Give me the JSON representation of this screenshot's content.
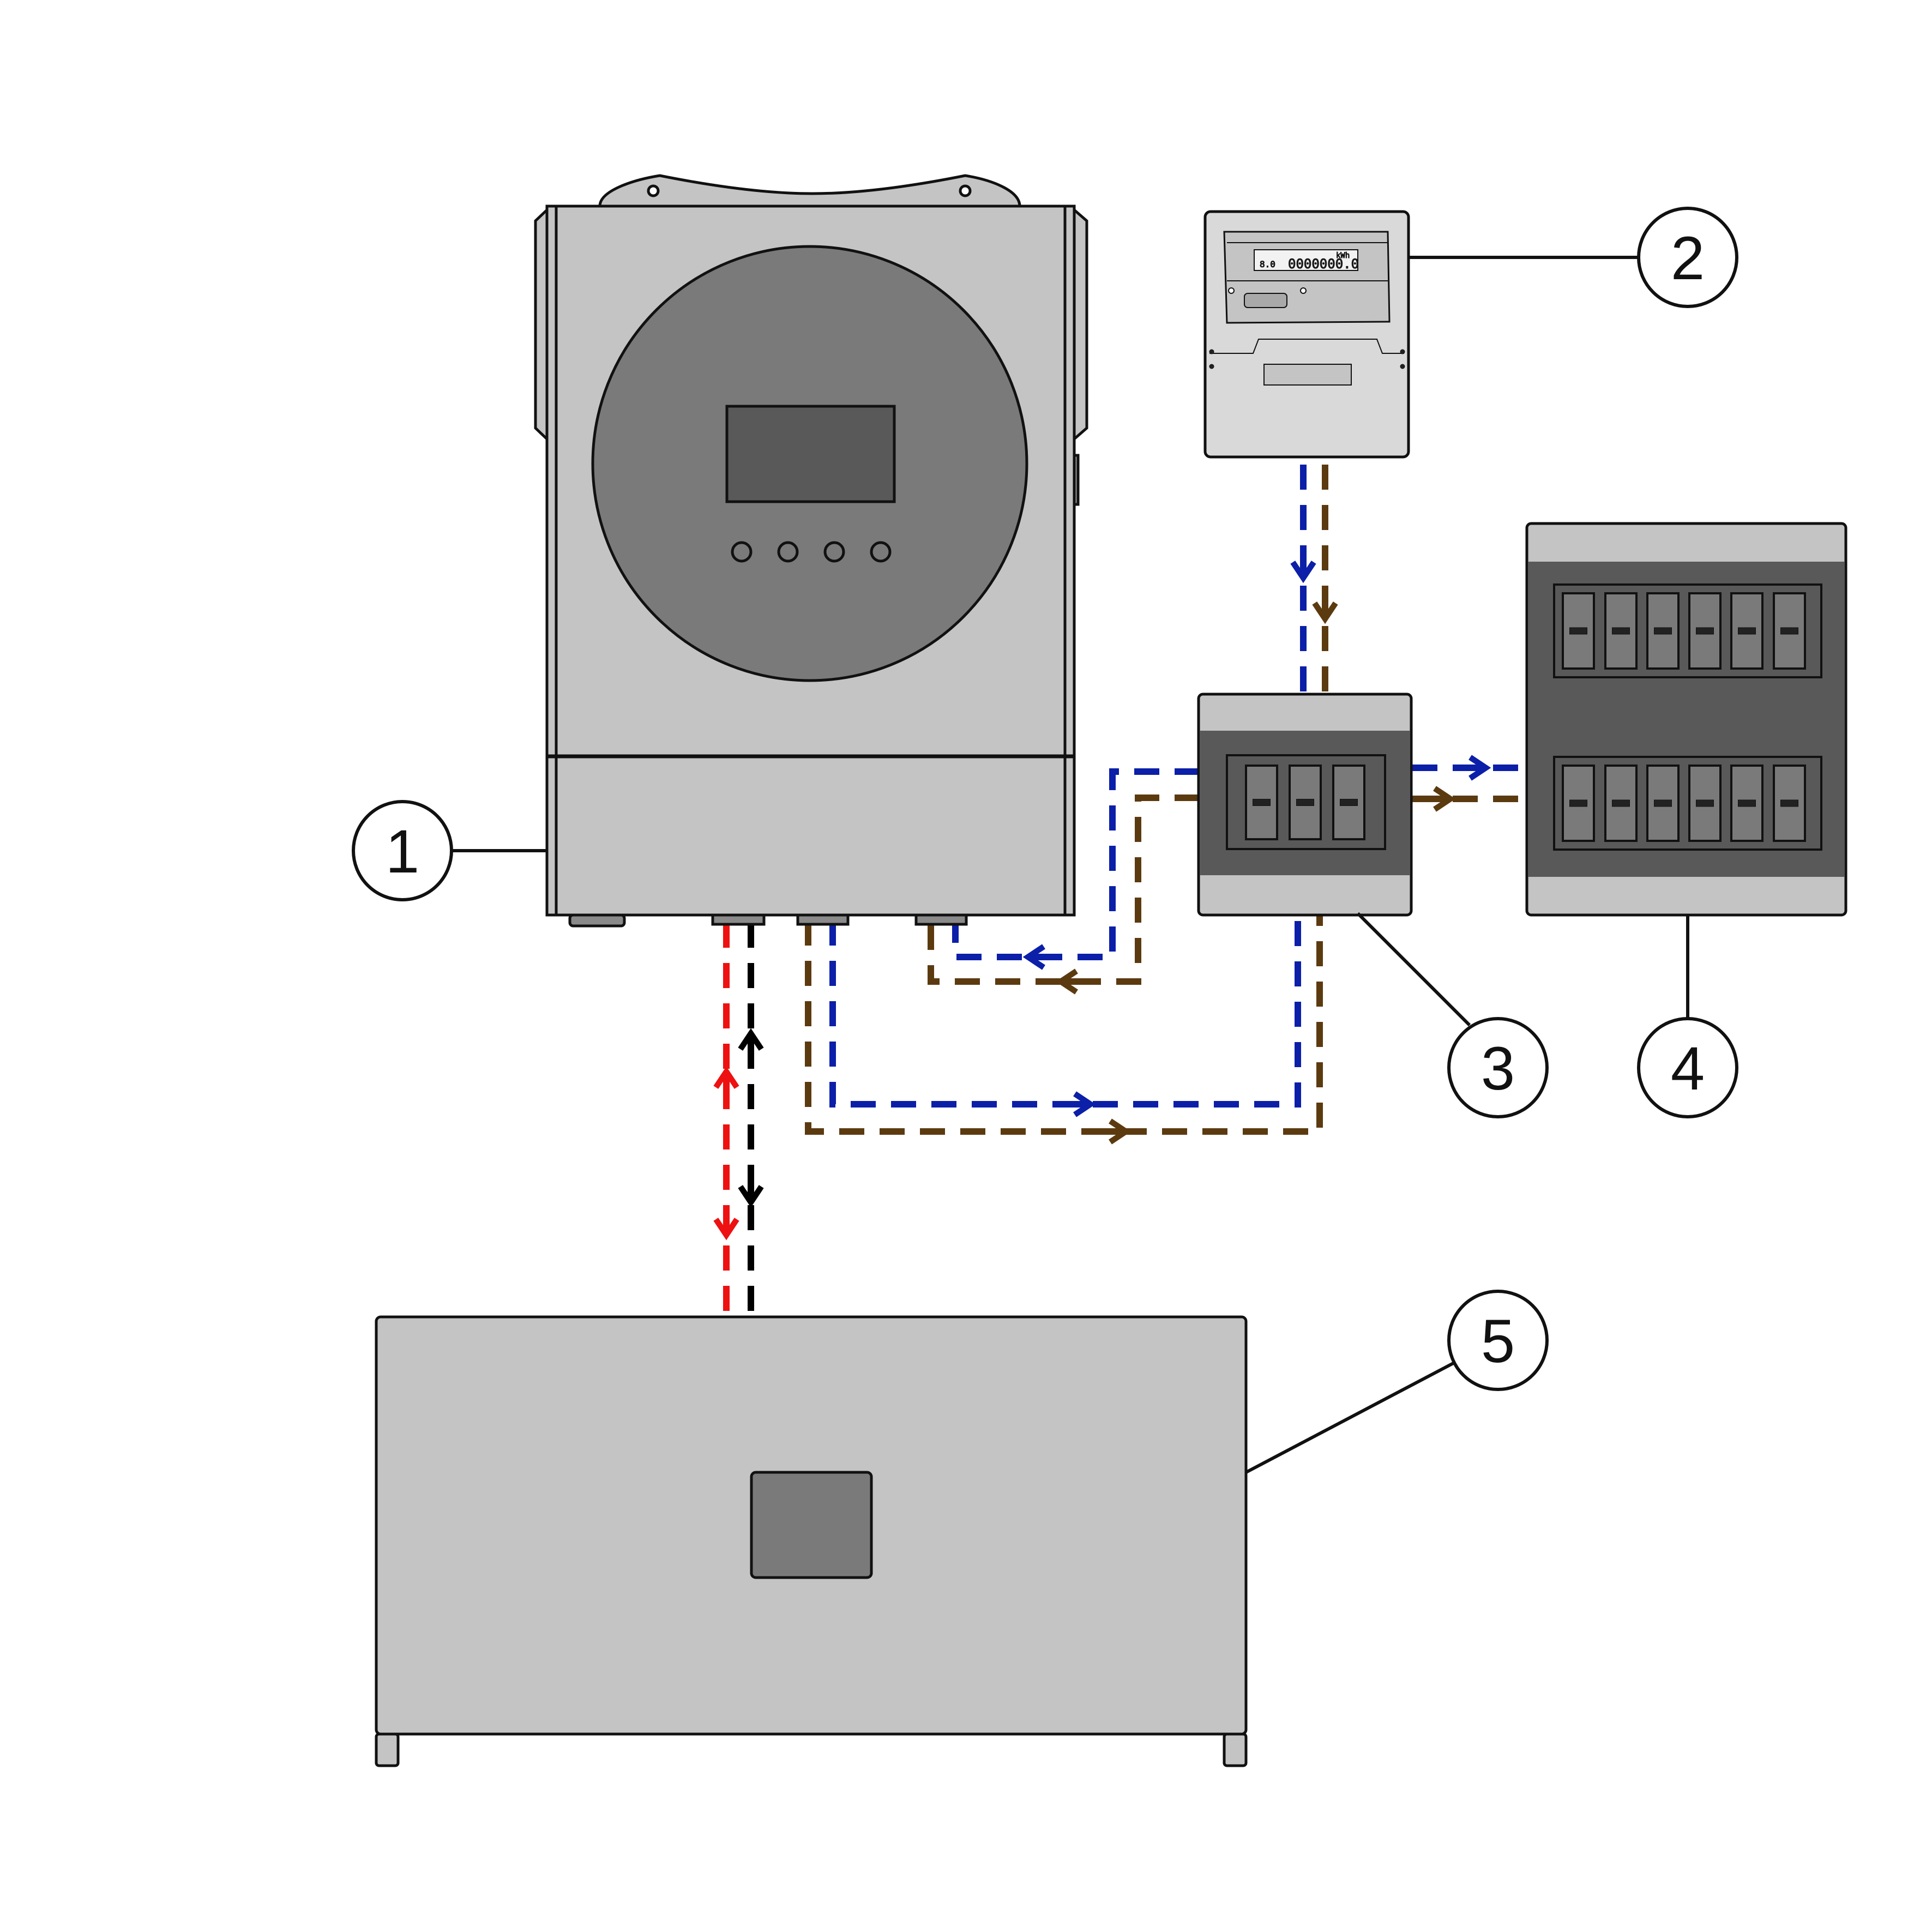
{
  "callouts": [
    {
      "id": "1",
      "label": "1",
      "refers_to": "hybrid-inverter"
    },
    {
      "id": "2",
      "label": "2",
      "refers_to": "electricity-meter"
    },
    {
      "id": "3",
      "label": "3",
      "refers_to": "small-breaker-box"
    },
    {
      "id": "4",
      "label": "4",
      "refers_to": "distribution-panel"
    },
    {
      "id": "5",
      "label": "5",
      "refers_to": "battery-unit"
    }
  ],
  "meter": {
    "reading": "0000000.0",
    "unit": "kWh",
    "small_code": "8.0"
  },
  "colors": {
    "ac_live": "#5c3a10",
    "ac_neutral": "#0b1fa8",
    "dc_positive": "#ee1111",
    "dc_negative": "#000000",
    "device_light": "#c4c4c4",
    "device_mid": "#7a7a7a",
    "device_dark": "#595959",
    "outline": "#111111"
  }
}
